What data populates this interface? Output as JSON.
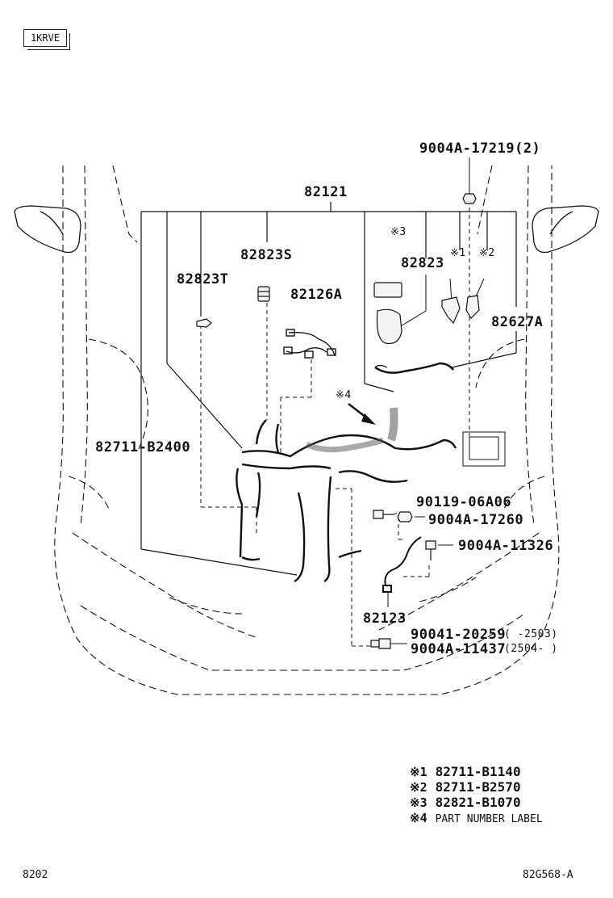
{
  "header": {
    "model_code": "1KRVE"
  },
  "labels": {
    "main_harness": "82121",
    "nut_top": "9004A-17219(2)",
    "ref_3": "※3",
    "ref_1": "※1",
    "ref_2": "※2",
    "ref_4": "※4",
    "p82823S": "82823S",
    "p82823T": "82823T",
    "p82823": "82823",
    "p82126A": "82126A",
    "p82627A": "82627A",
    "p82711_B2400": "82711-B2400",
    "p90119": "90119-06A06",
    "p9004A_17260": "9004A-17260",
    "p9004A_11326": "9004A-11326",
    "p82123": "82123",
    "p90041": "90041-20259",
    "p90041_range": "(      -2503)",
    "p9004A_11437": "9004A-11437",
    "p9004A_11437_range": "(2504-      )"
  },
  "legend": [
    {
      "mark": "※1",
      "value": "82711-B1140"
    },
    {
      "mark": "※2",
      "value": "82711-B2570"
    },
    {
      "mark": "※3",
      "value": "82821-B1070"
    },
    {
      "mark": "※4",
      "value": "PART NUMBER LABEL"
    }
  ],
  "footer": {
    "page": "8202",
    "figure_id": "82G568-A"
  }
}
